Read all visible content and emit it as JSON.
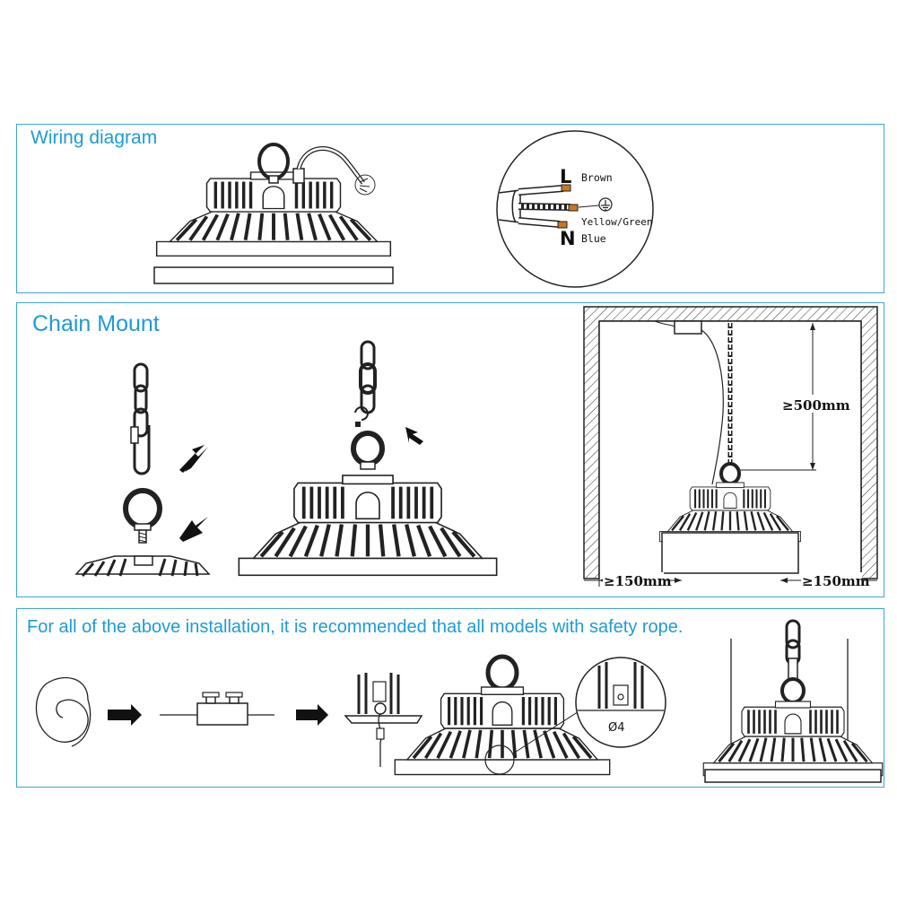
{
  "sections": {
    "wiring": {
      "title": "Wiring diagram"
    },
    "chain": {
      "title": "Chain Mount"
    },
    "safety": {
      "title": "For all of the above installation, it is recommended that all models with safety rope."
    }
  },
  "wiring_labels": {
    "live_letter": "L",
    "live_color": "Brown",
    "earth_color": "Yellow/Green",
    "neutral_letter": "N",
    "neutral_color": "Blue"
  },
  "dimensions": {
    "ceiling_clearance": "≥500mm",
    "left_wall_clearance": "≥150mm",
    "right_wall_clearance": "≥150mm"
  },
  "safety_labels": {
    "hole_diameter": "Ø4"
  },
  "colors": {
    "accent": "#1d9bd7",
    "border": "#3aa7d6",
    "brown_wire": "#c8781e",
    "line": "#222222"
  }
}
